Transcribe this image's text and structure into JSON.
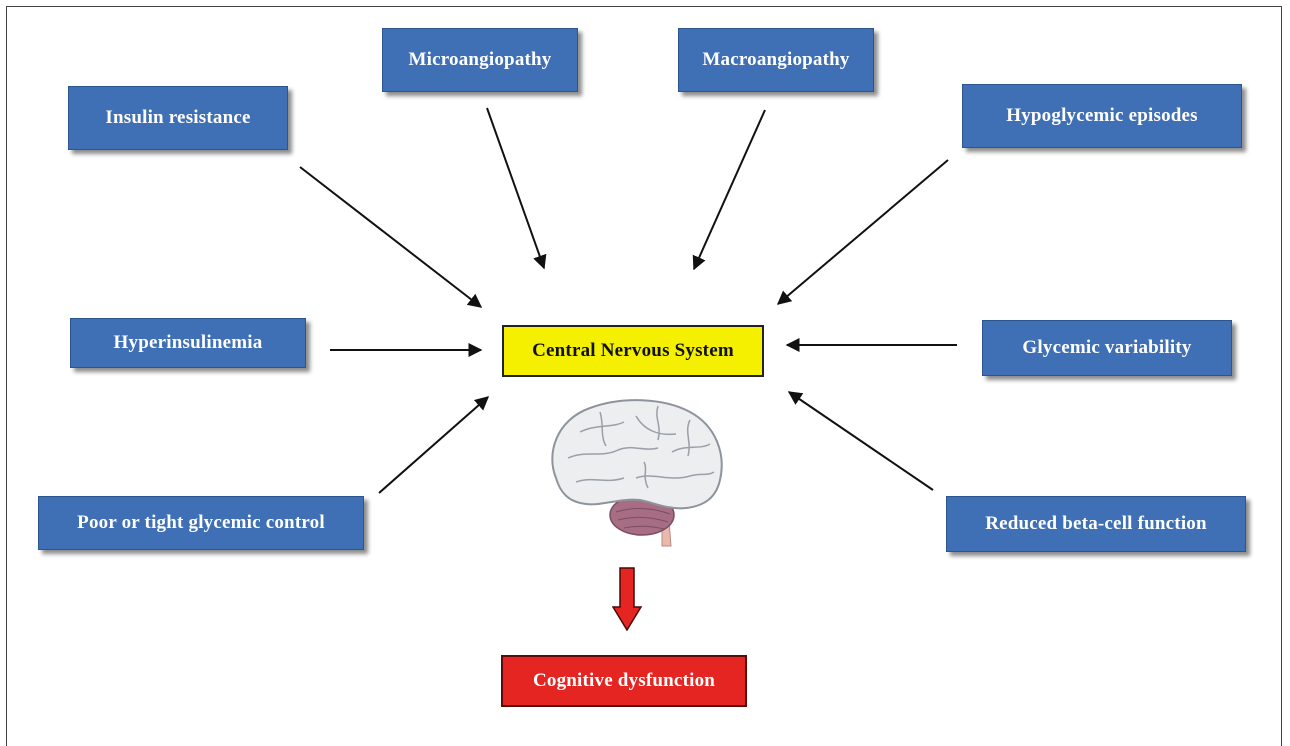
{
  "factors": {
    "insulin_resistance": "Insulin resistance",
    "microangiopathy": "Microangiopathy",
    "macroangiopathy": "Macroangiopathy",
    "hypoglycemic_episodes": "Hypoglycemic episodes",
    "hyperinsulinemia": "Hyperinsulinemia",
    "glycemic_variability": "Glycemic variability",
    "glycemic_control": "Poor or tight glycemic control",
    "beta_cell": "Reduced beta-cell function"
  },
  "center": {
    "label": "Central Nervous System"
  },
  "outcome": {
    "label": "Cognitive dysfunction"
  },
  "icons": {
    "organ": "brain-icon",
    "result": "down-arrow-icon"
  },
  "colors": {
    "factor_box": "#3f6fb5",
    "center_box": "#f4f000",
    "outcome_box": "#e52521",
    "arrow": "#111111"
  }
}
